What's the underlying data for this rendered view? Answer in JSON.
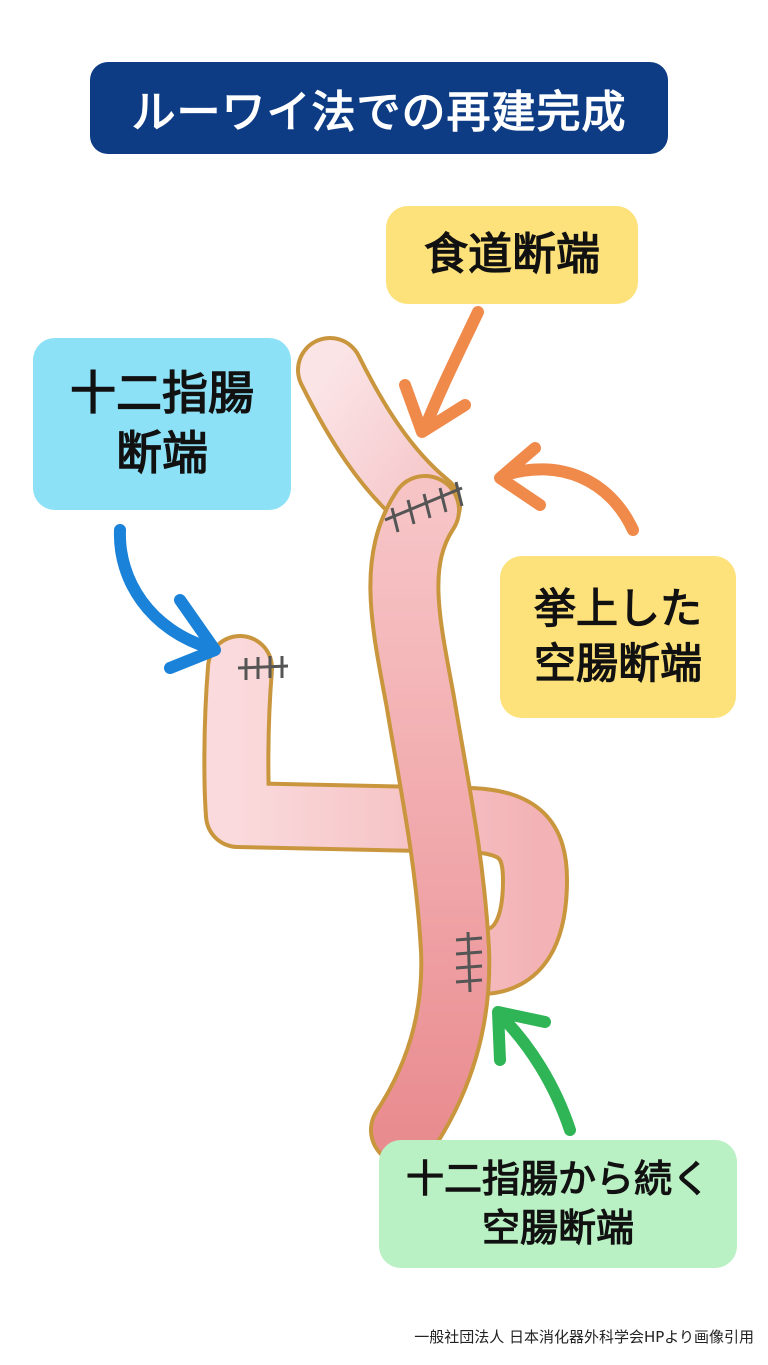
{
  "title": "ルーワイ法での再建完成",
  "labels": {
    "esophagus_end": "食道断端",
    "duodenum_end": [
      "十二指腸",
      "断端"
    ],
    "raised_jejunum_end": [
      "挙上した",
      "空腸断端"
    ],
    "jejunum_from_duodenum": [
      "十二指腸から続く",
      "空腸断端"
    ]
  },
  "credit": "一般社団法人 日本消化器外科学会HPより画像引用",
  "colors": {
    "title_bg": "#0d3c85",
    "esophagus_label_bg": "#fde17a",
    "duodenum_label_bg": "#8ce1f6",
    "raised_label_bg": "#fde17a",
    "continued_label_bg": "#b9f0c4",
    "arrow_orange": "#f08a4b",
    "arrow_blue": "#1a82d8",
    "arrow_green": "#2fb456",
    "intestine_fill": "#f2a8aa",
    "intestine_outline": "#c9963e",
    "staple": "#555555"
  }
}
